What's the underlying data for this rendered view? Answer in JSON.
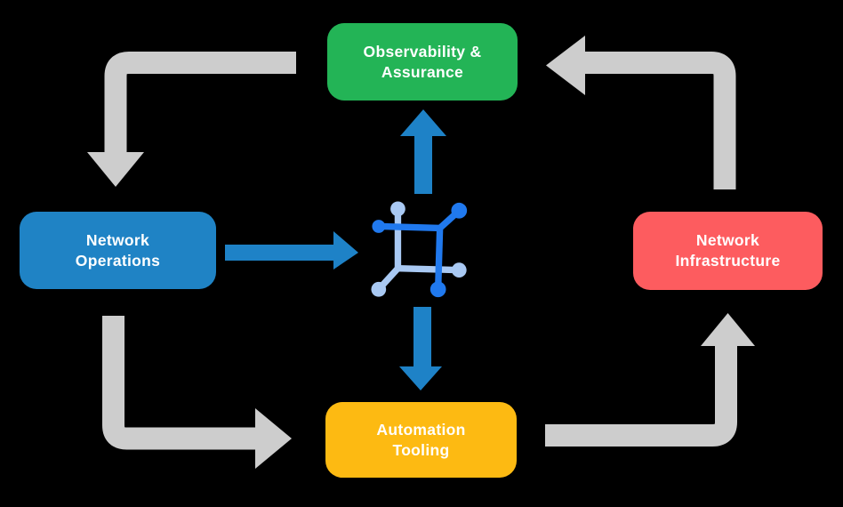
{
  "diagram": {
    "type": "cycle-flow-diagram",
    "background_color": "#000000",
    "text_color": "#ffffff",
    "nodes": {
      "observability": {
        "label": "Observability &\nAssurance",
        "color": "#23b456",
        "position": "top"
      },
      "operations": {
        "label": "Network\nOperations",
        "color": "#1f83c5",
        "position": "left"
      },
      "infrastructure": {
        "label": "Network\nInfrastructure",
        "color": "#fd5c5f",
        "position": "right"
      },
      "automation": {
        "label": "Automation\nTooling",
        "color": "#fdba12",
        "position": "bottom"
      }
    },
    "center_icon": {
      "name": "network-fabric-icon",
      "dark_color": "#2079ee",
      "light_color": "#a9c9f3"
    },
    "blue_arrows": [
      {
        "from": "operations",
        "to": "center-icon",
        "direction": "right"
      },
      {
        "from": "center-icon",
        "to": "observability",
        "direction": "up"
      },
      {
        "from": "center-icon",
        "to": "automation",
        "direction": "down"
      }
    ],
    "gray_cycle_arrows": [
      {
        "from": "observability",
        "to": "operations"
      },
      {
        "from": "operations",
        "to": "automation"
      },
      {
        "from": "automation",
        "to": "infrastructure"
      },
      {
        "from": "infrastructure",
        "to": "observability"
      }
    ],
    "arrow_colors": {
      "blue": "#1e82c7",
      "gray": "#cdcdcd"
    }
  }
}
